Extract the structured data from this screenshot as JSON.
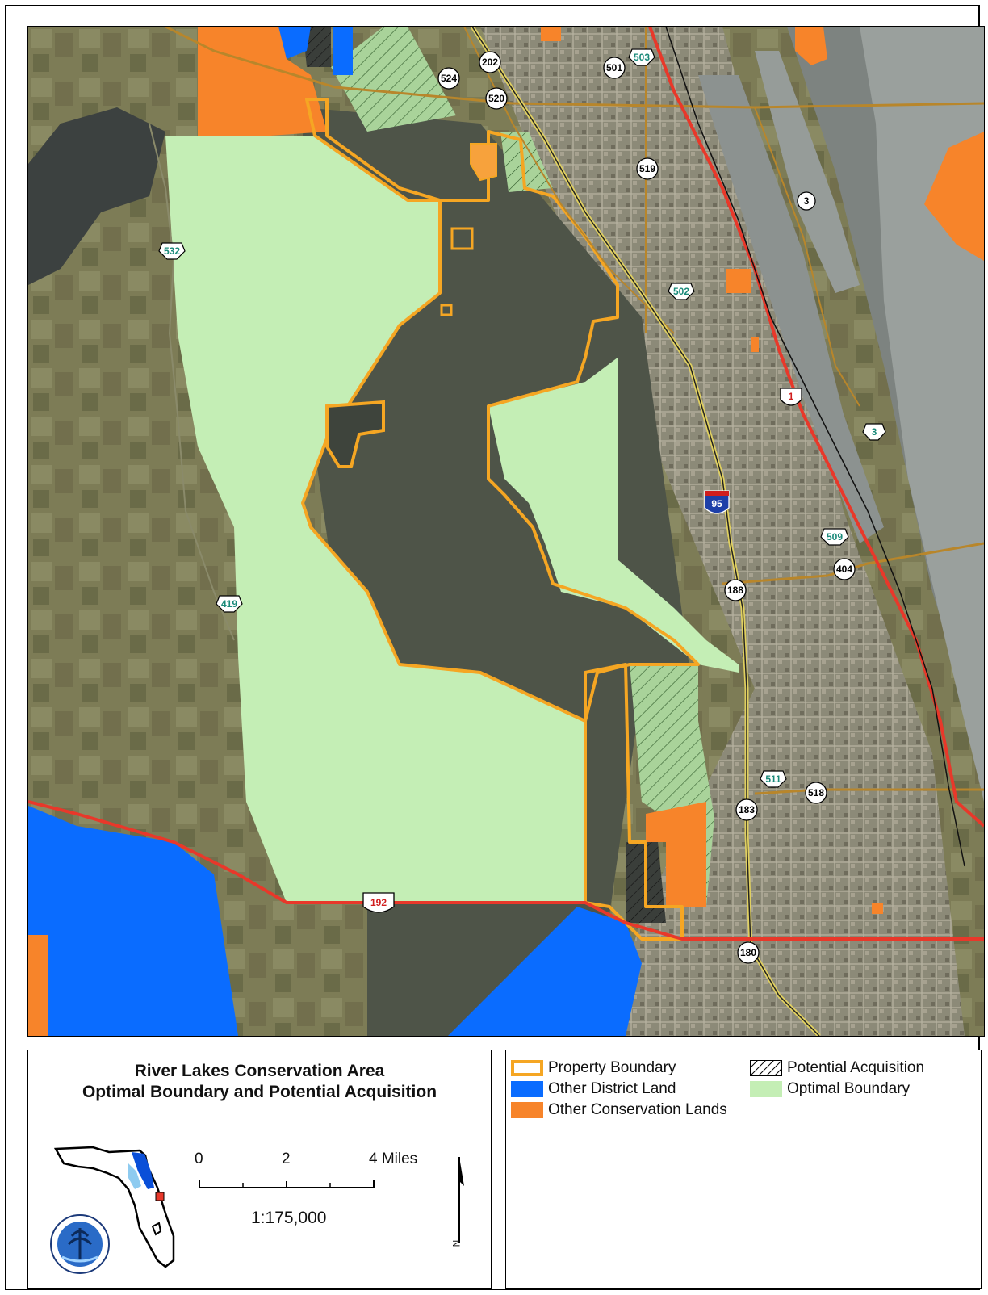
{
  "title": {
    "line1": "River Lakes Conservation Area",
    "line2": "Optimal Boundary and Potential Acquisition"
  },
  "legend": {
    "property_boundary": "Property Boundary",
    "other_district_land": "Other District Land",
    "other_conservation_lands": "Other Conservation Lands",
    "potential_acquisition": "Potential Acquisition",
    "optimal_boundary": "Optimal Boundary"
  },
  "colors": {
    "property_boundary": "#f5a623",
    "other_district_land": "#0a6cff",
    "other_conservation_lands": "#f7842a",
    "optimal_boundary": "#c4eeb5",
    "highway": "#e8382a",
    "road": "#b8862b"
  },
  "scale": {
    "ticks": [
      "0",
      "2",
      "4 Miles"
    ],
    "ratio": "1:175,000"
  },
  "north_arrow": "N",
  "road_shields": {
    "r202": "202",
    "r524": "524",
    "r520": "520",
    "r501": "501",
    "r503": "503",
    "r519": "519",
    "r3a": "3",
    "r532": "532",
    "r502": "502",
    "us1": "1",
    "r3b": "3",
    "i95": "95",
    "r509": "509",
    "r404": "404",
    "r188": "188",
    "r419": "419",
    "r511": "511",
    "r518": "518",
    "r183": "183",
    "us192": "192",
    "r180": "180"
  },
  "icons": {
    "florida_locator": "florida-locator-icon",
    "district_seal": "district-seal-icon",
    "north_arrow": "north-arrow-icon"
  }
}
